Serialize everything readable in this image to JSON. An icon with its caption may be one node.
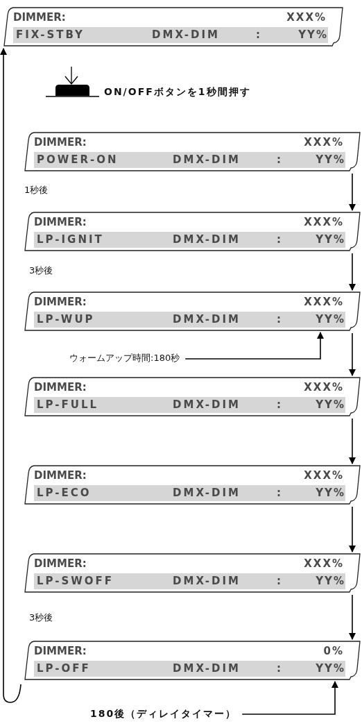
{
  "diagram": {
    "nodes": [
      {
        "text": [
          "DIMMER:",
          "XXX%",
          "FIX-STBY",
          "DMX-DIM",
          ":",
          "YY%"
        ]
      },
      {
        "text": [
          "DIMMER:",
          "XXX%",
          "POWER-ON",
          "DMX-DIM",
          ":",
          "YY%"
        ]
      },
      {
        "text": [
          "DIMMER:",
          "XXX%",
          "LP-IGNIT",
          "DMX-DIM",
          ":",
          "YY%"
        ]
      },
      {
        "text": [
          "DIMMER:",
          "XXX%",
          "LP-WUP",
          "DMX-DIM",
          ":",
          "YY%"
        ]
      },
      {
        "text": [
          "ウォームアップ時間:180秒"
        ]
      },
      {
        "text": [
          "DIMMER:",
          "XXX%",
          "LP-FULL",
          "DMX-DIM",
          ":",
          "YY%"
        ]
      },
      {
        "text": [
          "DIMMER:",
          "XXX%",
          "LP-ECO",
          "DMX-DIM",
          ":",
          "YY%"
        ]
      },
      {
        "text": [
          "DIMMER:",
          "XXX%",
          "LP-SWOFF",
          "DMX-DIM",
          ":",
          "YY%"
        ]
      },
      {
        "text": [
          "DIMMER:",
          "0%",
          "LP-OFF",
          "DMX-DIM",
          ":",
          "YY%"
        ]
      },
      {
        "text": [
          "180後（ディレイタイマー）"
        ]
      }
    ],
    "edges": [
      {
        "from": 1,
        "to": 2,
        "arrow": "to"
      },
      {
        "from": 2,
        "to": 3,
        "arrow": "to"
      },
      {
        "from": 3,
        "to": 5,
        "arrow": "to"
      },
      {
        "from": 4,
        "to": 3,
        "arrow": "to"
      },
      {
        "from": 5,
        "to": 6,
        "arrow": "to"
      },
      {
        "from": 6,
        "to": 7,
        "arrow": "to"
      },
      {
        "from": 7,
        "to": 8,
        "arrow": "to"
      },
      {
        "from": 9,
        "to": 8,
        "arrow": "to"
      },
      {
        "from": 8,
        "to": 0,
        "arrow": "to"
      }
    ],
    "labels": [
      "ON/OFFボタンを1秒間押す",
      "1秒後",
      "3秒後",
      "3秒後"
    ]
  }
}
